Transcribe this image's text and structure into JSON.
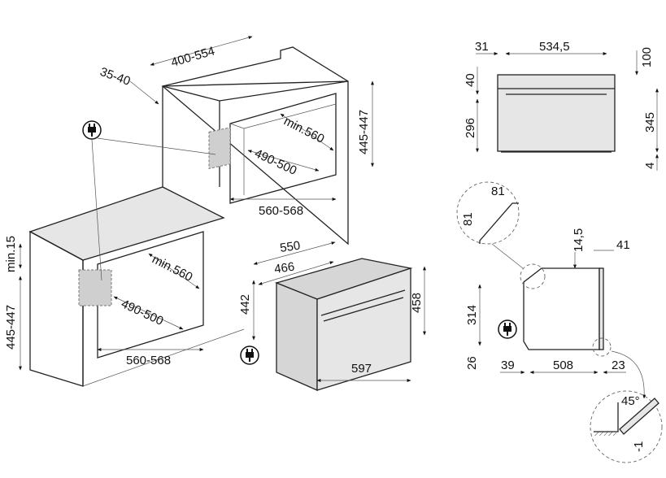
{
  "niche_tall": {
    "depth_range": "400-554",
    "back_gap": "35-40",
    "height": "445-447",
    "min_depth": "min.560",
    "inner_height": "490-500",
    "width": "560-568"
  },
  "niche_under_counter": {
    "min_gap": "min.15",
    "min_depth": "min.560",
    "inner_height": "490-500",
    "height": "445-447",
    "width": "560-568"
  },
  "oven_iso": {
    "depth_total": "550",
    "depth_body": "466",
    "body_height": "442",
    "front_height": "458",
    "front_width": "597"
  },
  "front_view": {
    "side_offset": "31",
    "handle_width": "534,5",
    "top_clearance": "100",
    "panel_height": "40",
    "door_height": "296",
    "body_height": "345",
    "bottom_gap": "4"
  },
  "side_view": {
    "chamfer_w": "81",
    "chamfer_h": "81",
    "top_gap": "14,5",
    "handle_depth": "41",
    "height": "314",
    "bottom": "26",
    "rear": "39",
    "depth": "508",
    "front": "23",
    "angle": "45°",
    "tolerance": "-1"
  }
}
